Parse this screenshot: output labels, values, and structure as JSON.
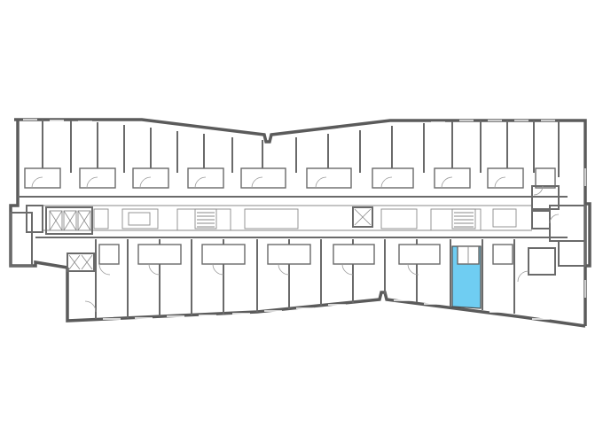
{
  "floor_plan": {
    "selected_apartment": {
      "status": "selected",
      "highlight_color": "#6fcdf2"
    },
    "colors": {
      "outer_wall": "#5b5b5b",
      "inner_wall": "#6a6a6a",
      "thin_line": "#8a8a8a",
      "background": "#ffffff"
    },
    "north_units_count": 10,
    "south_units_count": 13,
    "stair_cores": 2,
    "elevators": 3
  }
}
